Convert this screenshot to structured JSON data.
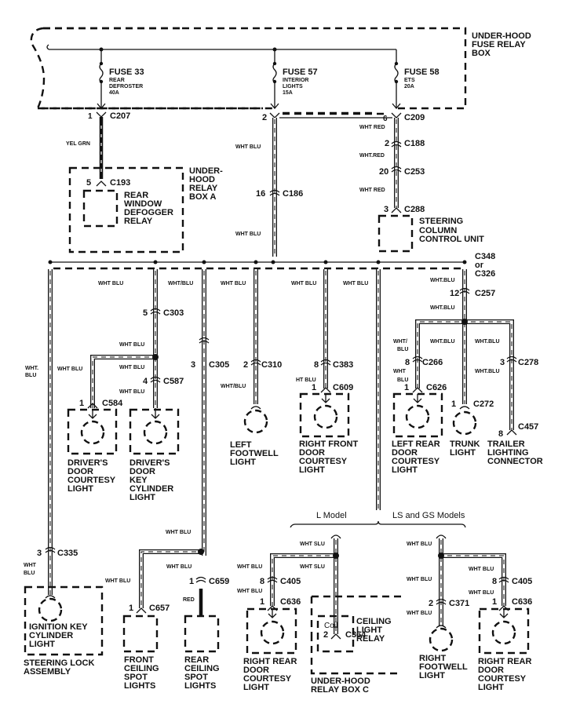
{
  "diagram": {
    "fuse_box": {
      "label_lines": [
        "UNDER-HOOD",
        "FUSE RELAY",
        "BOX"
      ]
    },
    "fuses": [
      {
        "name": "FUSE 33",
        "desc_lines": [
          "REAR",
          "DEFROSTER",
          "40A"
        ]
      },
      {
        "name": "FUSE 57",
        "desc_lines": [
          "INTERIOR",
          "LIGHTS",
          "15A"
        ]
      },
      {
        "name": "FUSE 58",
        "desc_lines": [
          "ETS",
          "20A"
        ]
      }
    ],
    "connectors": {
      "c207": {
        "pin": "1",
        "id": "C207"
      },
      "c209": {
        "pin": "6",
        "id": "C209"
      },
      "c57out": {
        "pin": "2"
      },
      "c188": {
        "pin": "2",
        "id": "C188"
      },
      "c253": {
        "pin": "20",
        "id": "C253"
      },
      "c288": {
        "pin": "3",
        "id": "C288"
      },
      "c186": {
        "pin": "16",
        "id": "C186"
      },
      "c193": {
        "pin": "5",
        "id": "C193"
      },
      "c348": {
        "lines": [
          "C348",
          "or",
          "C326"
        ]
      },
      "c257": {
        "pin": "12",
        "id": "C257"
      },
      "c303": {
        "pin": "5",
        "id": "C303"
      },
      "c587": {
        "pin": "4",
        "id": "C587"
      },
      "c584": {
        "pin": "1",
        "id": "C584"
      },
      "c305": {
        "pin": "3",
        "id": "C305"
      },
      "c310": {
        "pin": "2",
        "id": "C310"
      },
      "c383": {
        "pin": "8",
        "id": "C383"
      },
      "c609": {
        "pin": "1",
        "id": "C609"
      },
      "c266": {
        "pin": "8",
        "id": "C266"
      },
      "c626": {
        "pin": "1",
        "id": "C626"
      },
      "c272": {
        "pin": "1",
        "id": "C272"
      },
      "c278": {
        "pin": "3",
        "id": "C278"
      },
      "c457": {
        "pin": "8",
        "id": "C457"
      },
      "c335": {
        "pin": "3",
        "id": "C335"
      },
      "c659": {
        "pin": "1",
        "id": "C659"
      },
      "c657": {
        "pin": "1",
        "id": "C657"
      },
      "c405a": {
        "pin": "8",
        "id": "C405"
      },
      "c636a": {
        "pin": "1",
        "id": "C636"
      },
      "c364": {
        "pin": "2",
        "id": "C364"
      },
      "c371": {
        "pin": "2",
        "id": "C371"
      },
      "c405b": {
        "pin": "8",
        "id": "C405"
      },
      "c636b": {
        "pin": "1",
        "id": "C636"
      }
    },
    "wires": {
      "yel_grn": "YEL GRN",
      "wht_blu": "WHT BLU",
      "wht_slash_blu": "WHT/BLU",
      "wht_dot_blu": "WHT.BLU",
      "wht_red": "WHT RED",
      "wht_dot_red": "WHT.RED",
      "red": "RED",
      "wht_split": [
        "WHT.",
        "BLU"
      ],
      "wht_slash_split": [
        "WHT/",
        "BLU"
      ],
      "wht_split2": [
        "WHT",
        "BLU"
      ],
      "ht_blu": "HT BLU",
      "wht_slu": "WHT SLU"
    },
    "components": {
      "relay_box_a": [
        "UNDER-",
        "HOOD",
        "RELAY",
        "BOX A"
      ],
      "defogger_relay": [
        "REAR",
        "WINDOW",
        "DEFOGGER",
        "RELAY"
      ],
      "steering_column": [
        "STEERING",
        "COLUMN",
        "CONTROL UNIT"
      ],
      "drivers_courtesy": [
        "DRIVER'S",
        "DOOR",
        "COURTESY",
        "LIGHT"
      ],
      "drivers_key": [
        "DRIVER'S",
        "DOOR",
        "KEY",
        "CYLINDER",
        "LIGHT"
      ],
      "left_footwell": [
        "LEFT",
        "FOOTWELL",
        "LIGHT"
      ],
      "right_front_courtesy": [
        "RIGHT FRONT",
        "DOOR",
        "COURTESY",
        "LIGHT"
      ],
      "left_rear_courtesy": [
        "LEFT REAR",
        "DOOR",
        "COURTESY",
        "LIGHT"
      ],
      "trunk_light": [
        "TRUNK",
        "LIGHT"
      ],
      "trailer": [
        "TRAILER",
        "LIGHTING",
        "CONNECTOR"
      ],
      "ignition_key": [
        "IGNITION KEY",
        "CYLINDER",
        "LIGHT"
      ],
      "steering_lock": [
        "STEERING LOCK",
        "ASSEMBLY"
      ],
      "front_ceiling": [
        "FRONT",
        "CEILING",
        "SPOT",
        "LIGHTS"
      ],
      "rear_ceiling": [
        "REAR",
        "CEILING",
        "SPOT",
        "LIGHTS"
      ],
      "right_rear_courtesy_l": [
        "RIGHT REAR",
        "DOOR",
        "COURTESY",
        "LIGHT"
      ],
      "ceiling_relay": [
        "CEILING",
        "LIGHT",
        "RELAY"
      ],
      "coil": "Coil",
      "relay_box_c": [
        "UNDER-HOOD",
        "RELAY BOX C"
      ],
      "right_footwell": [
        "RIGHT",
        "FOOTWELL",
        "LIGHT"
      ],
      "right_rear_courtesy_ls": [
        "RIGHT REAR",
        "DOOR",
        "COURTESY",
        "LIGHT"
      ]
    },
    "model_labels": {
      "l_model": "L Model",
      "ls_gs": "LS and GS Models"
    }
  }
}
